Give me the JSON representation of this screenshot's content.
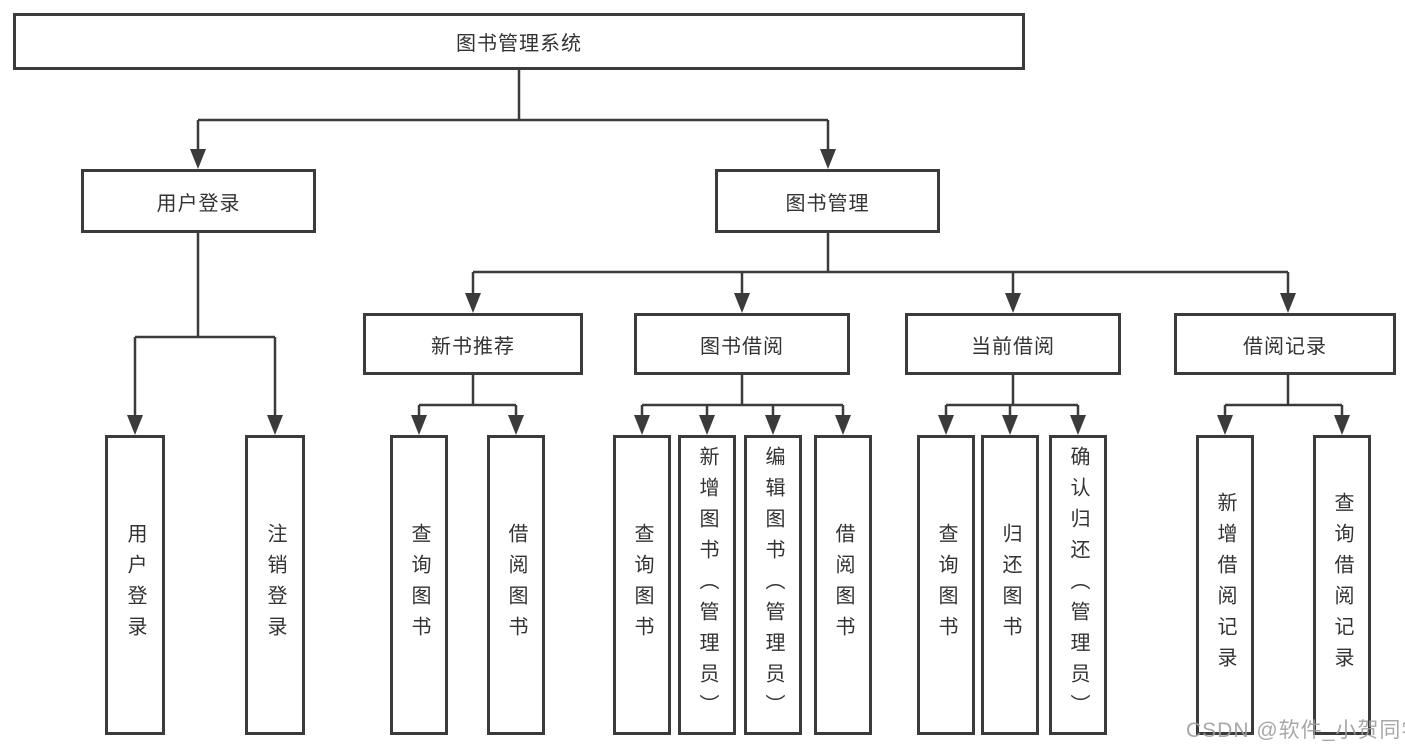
{
  "colors": {
    "line": "#3b3b3b",
    "text": "#333333",
    "background": "#ffffff",
    "watermark": "#9e9e9e"
  },
  "tree": {
    "label": "图书管理系统",
    "children": [
      {
        "label": "用户登录",
        "children": [
          {
            "label": "用户登录"
          },
          {
            "label": "注销登录"
          }
        ]
      },
      {
        "label": "图书管理",
        "children": [
          {
            "label": "新书推荐",
            "children": [
              {
                "label": "查询图书"
              },
              {
                "label": "借阅图书"
              }
            ]
          },
          {
            "label": "图书借阅",
            "children": [
              {
                "label": "查询图书"
              },
              {
                "label": "新增图书（管理员）"
              },
              {
                "label": "编辑图书（管理员）"
              },
              {
                "label": "借阅图书"
              }
            ]
          },
          {
            "label": "当前借阅",
            "children": [
              {
                "label": "查询图书"
              },
              {
                "label": "归还图书"
              },
              {
                "label": "确认归还（管理员）"
              }
            ]
          },
          {
            "label": "借阅记录",
            "children": [
              {
                "label": "新增借阅记录"
              },
              {
                "label": "查询借阅记录"
              }
            ]
          }
        ]
      }
    ]
  },
  "watermark": {
    "text": "CSDN @软件_小贺同学"
  }
}
